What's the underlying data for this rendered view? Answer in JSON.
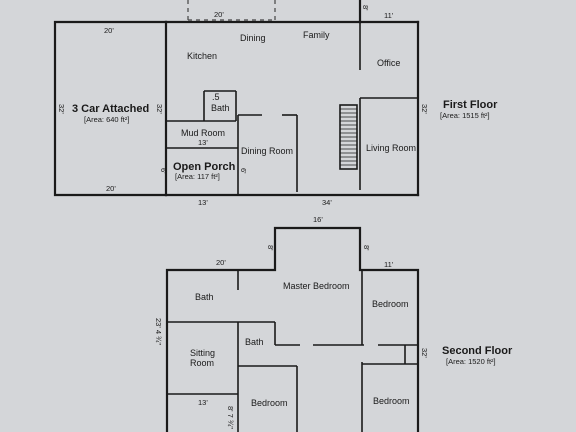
{
  "first_floor": {
    "title": "First Floor",
    "area": "[Area: 1515 ft²]",
    "rooms": {
      "kitchen": "Kitchen",
      "dining": "Dining",
      "family": "Family",
      "office": "Office",
      "half_bath_num": ".5",
      "half_bath_word": "Bath",
      "mud_room": "Mud Room",
      "dining_room": "Dining Room",
      "living_room": "Living Room"
    },
    "garage": {
      "title": "3 Car Attached",
      "area": "[Area: 640 ft²]"
    },
    "porch": {
      "title": "Open Porch",
      "area": "[Area: 117 ft²]"
    },
    "dims": {
      "garage_top": "20'",
      "garage_bottom": "20'",
      "garage_left": "32'",
      "garage_right": "32'",
      "office_top": "11'",
      "right_side": "32'",
      "porch_top": "13'",
      "porch_left": "6'",
      "porch_right": "6'",
      "porch_bottom": "13'",
      "main_bottom": "34'",
      "top_partial": "8'",
      "top_dashed": "20'"
    }
  },
  "second_floor": {
    "title": "Second Floor",
    "area": "[Area: 1520 ft²]",
    "rooms": {
      "master_bedroom": "Master Bedroom",
      "bath_left": "Bath",
      "bath_center": "Bath",
      "sitting_1": "Sitting",
      "sitting_2": "Room",
      "bedroom_right_upper": "Bedroom",
      "bedroom_center_lower": "Bedroom",
      "bedroom_right_lower": "Bedroom"
    },
    "dims": {
      "top_center": "16'",
      "top_left": "20'",
      "top_right": "11'",
      "bump_left": "8'",
      "bump_right": "8'",
      "left_side": "23' 4 ¾\"",
      "right_side": "32'",
      "sitting_bottom": "13'",
      "lower_small": "8' 7 ¾\""
    }
  }
}
